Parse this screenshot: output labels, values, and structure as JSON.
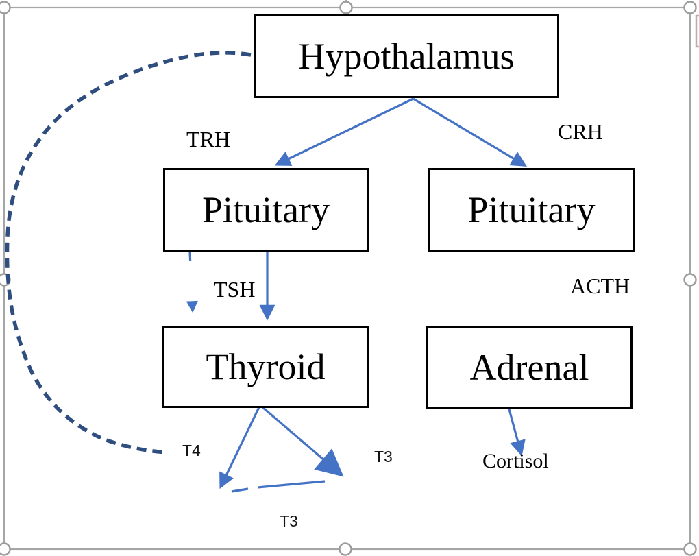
{
  "diagram": {
    "nodes": [
      {
        "id": "hypothalamus",
        "label": "Hypothalamus"
      },
      {
        "id": "pituitary-left",
        "label": "Pituitary"
      },
      {
        "id": "pituitary-right",
        "label": "Pituitary"
      },
      {
        "id": "thyroid",
        "label": "Thyroid"
      },
      {
        "id": "adrenal",
        "label": "Adrenal"
      }
    ],
    "labels": {
      "trh": "TRH",
      "crh": "CRH",
      "tsh": "TSH",
      "acth": "ACTH",
      "cortisol": "Cortisol",
      "t4": "T4",
      "t3_right": "T3",
      "t3_bottom": "T3"
    },
    "edges": [
      {
        "from": "hypothalamus",
        "to": "pituitary-left",
        "hormone": "TRH",
        "style": "solid"
      },
      {
        "from": "hypothalamus",
        "to": "pituitary-right",
        "hormone": "CRH",
        "style": "solid"
      },
      {
        "from": "pituitary-left",
        "to": "thyroid",
        "hormone": "TSH",
        "style": "solid"
      },
      {
        "from": "pituitary-left",
        "to": "thyroid",
        "hormone": "",
        "style": "dashed-short"
      },
      {
        "from": "thyroid",
        "to": "T4/T3",
        "hormone": "T4, T3, T3",
        "style": "solid"
      },
      {
        "from": "adrenal",
        "to": "Cortisol",
        "hormone": "Cortisol",
        "style": "solid"
      },
      {
        "from": "T4",
        "to": "hypothalamus",
        "hormone": "negative feedback",
        "style": "dashed-curve"
      }
    ],
    "colors": {
      "arrow_blue": "#4472c4",
      "feedback_navy": "#2f4e7f",
      "box_border": "#000000",
      "selection_gray": "#a6a6a6"
    }
  }
}
